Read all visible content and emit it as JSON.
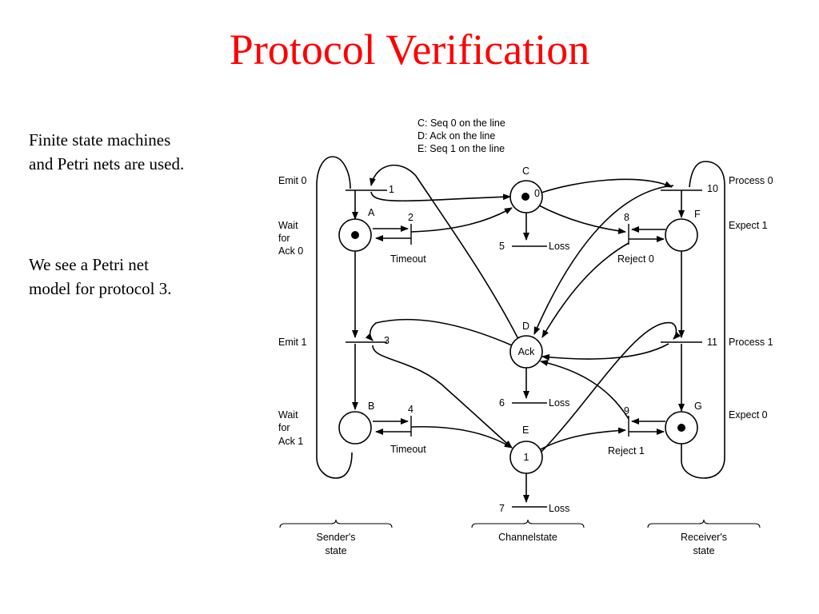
{
  "slide": {
    "title": "Protocol Verification",
    "paragraph1": [
      "Finite state machines",
      "and Petri nets are used."
    ],
    "paragraph2": [
      "We see a Petri net",
      "model for protocol 3."
    ]
  },
  "diagram": {
    "legend": [
      "C: Seq 0 on the line",
      "D: Ack on the line",
      "E: Seq 1 on the line"
    ],
    "places": {
      "A": {
        "letter": "A",
        "token": true,
        "inner": ""
      },
      "B": {
        "letter": "B",
        "token": false,
        "inner": ""
      },
      "C": {
        "letter": "C",
        "token": true,
        "inner": "0"
      },
      "D": {
        "letter": "D",
        "token": false,
        "inner": "Ack"
      },
      "E": {
        "letter": "E",
        "token": false,
        "inner": "1"
      },
      "F": {
        "letter": "F",
        "token": false,
        "inner": ""
      },
      "G": {
        "letter": "G",
        "token": true,
        "inner": ""
      }
    },
    "transitions": {
      "t1": "1",
      "t2": "2",
      "t3": "3",
      "t4": "4",
      "t5": "5",
      "t6": "6",
      "t7": "7",
      "t8": "8",
      "t9": "9",
      "t10": "10",
      "t11": "11"
    },
    "sender_labels": {
      "emit0": "Emit 0",
      "wait_ack0": [
        "Wait",
        "for",
        "Ack 0"
      ],
      "emit1": "Emit 1",
      "wait_ack1": [
        "Wait",
        "for",
        "Ack 1"
      ],
      "timeout_upper": "Timeout",
      "timeout_lower": "Timeout"
    },
    "channel_labels": {
      "loss5": "Loss",
      "loss6": "Loss",
      "loss7": "Loss"
    },
    "receiver_labels": {
      "process0": "Process 0",
      "expect1": "Expect 1",
      "process1": "Process 1",
      "expect0": "Expect 0",
      "reject0": "Reject 0",
      "reject1": "Reject 1"
    },
    "braces": {
      "sender": [
        "Sender's",
        "state"
      ],
      "channel": [
        "Channelstate"
      ],
      "receiver": [
        "Receiver's",
        "state"
      ]
    }
  }
}
